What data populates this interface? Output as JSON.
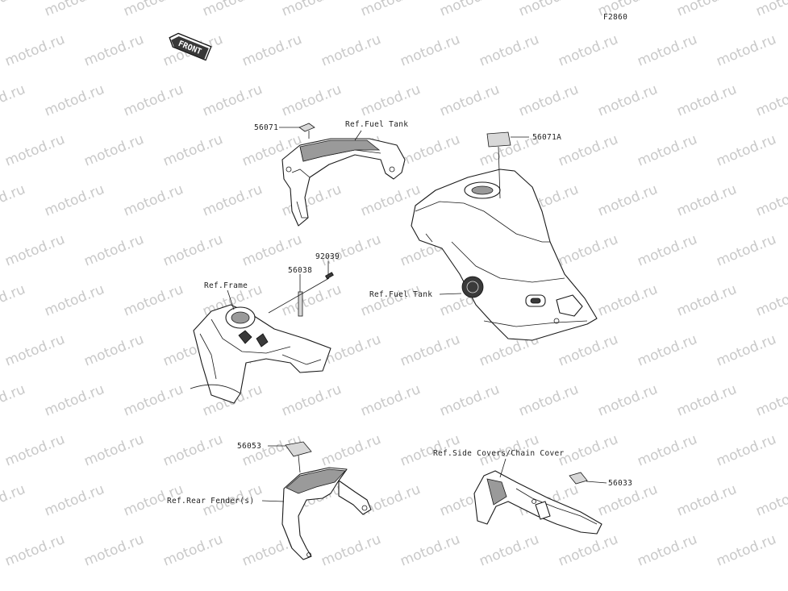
{
  "figure_code": "F2860",
  "watermark_text": "motod.ru",
  "front_marker": "FRONT",
  "labels": {
    "p56071": "56071",
    "ref_fuel_tank_top": "Ref.Fuel Tank",
    "p56071A": "56071A",
    "p92039": "92039",
    "p56038": "56038",
    "ref_frame": "Ref.Frame",
    "ref_fuel_tank_side": "Ref.Fuel Tank",
    "p56053": "56053",
    "ref_rear_fenders": "Ref.Rear Fender(s)",
    "ref_side_covers": "Ref.Side Covers/Chain Cover",
    "p56033": "56033"
  }
}
